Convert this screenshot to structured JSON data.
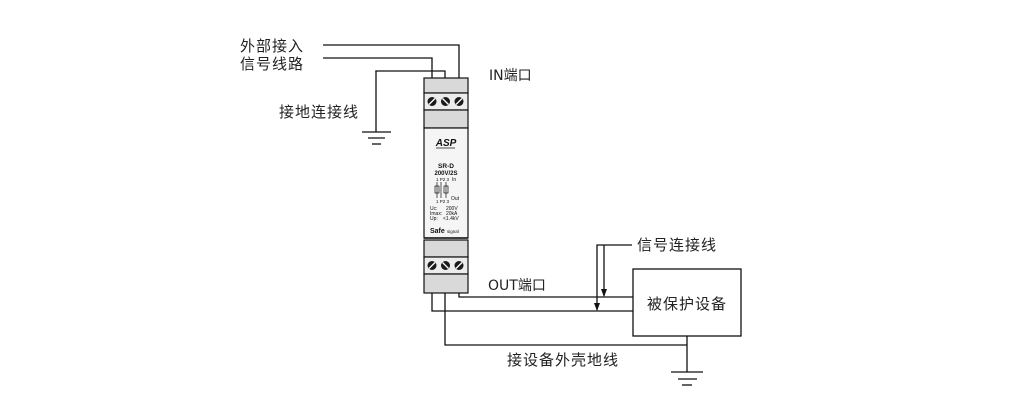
{
  "labels": {
    "external_line_1": "外部接入",
    "external_line_2": "信号线路",
    "ground_wire": "接地连接线",
    "in_port": "IN端口",
    "out_port": "OUT端口",
    "signal_wire": "信号连接线",
    "protected_device": "被保护设备",
    "device_shell_ground": "接设备外壳地线"
  },
  "device": {
    "logo": "ASP",
    "model": "SR-D",
    "rating": "200V/2S",
    "pin_top": "1 P2 3",
    "pin_bottom": "1 P2 3",
    "in_label": "In",
    "out_label": "Out",
    "spec_uc_label": "Uc:",
    "spec_uc_value": "200V",
    "spec_imax_label": "Imax:",
    "spec_imax_value": "20kA",
    "spec_up_label": "Up:",
    "spec_up_value": "<1.4kV",
    "brand_main": "Safe",
    "brand_sub": "signal"
  },
  "colors": {
    "line": "#111111",
    "device_body": "#f2f2f2",
    "terminal_band": "#d9d9d9",
    "screw": "#1a1a1a"
  }
}
